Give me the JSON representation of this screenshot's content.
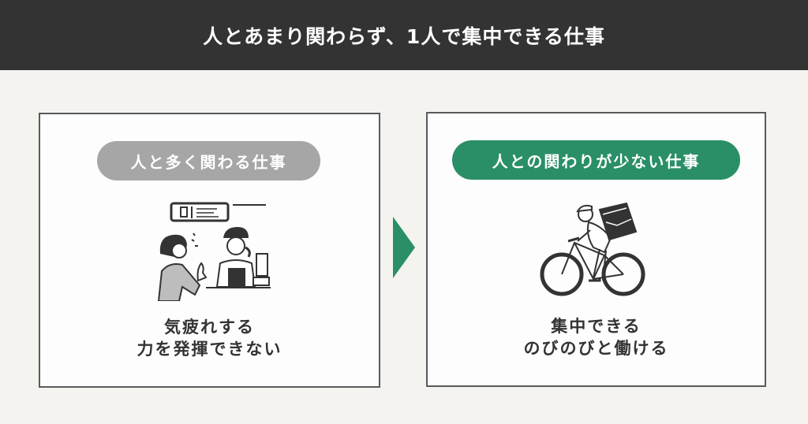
{
  "header": {
    "title": "人とあまり関わらず、1人で集中できる仕事"
  },
  "left_card": {
    "pill_label": "人と多く関わる仕事",
    "pill_color": "#a6a6a6",
    "illustration": "customer-talking-to-shop-clerk",
    "caption_lines": [
      "気疲れする",
      "力を発揮できない"
    ]
  },
  "arrow": {
    "icon": "right-triangle-arrow",
    "color": "#2a8f67"
  },
  "right_card": {
    "pill_label": "人との関わりが少ない仕事",
    "pill_color": "#2a8f67",
    "illustration": "delivery-cyclist",
    "caption_lines": [
      "集中できる",
      "のびのびと働ける"
    ]
  }
}
